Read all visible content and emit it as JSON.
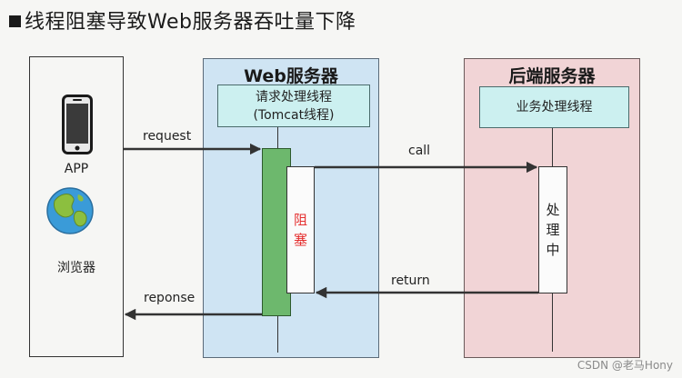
{
  "title": "线程阻塞导致Web服务器吞吐量下降",
  "client": {
    "app_label": "APP",
    "browser_label": "浏览器"
  },
  "web_server": {
    "title": "Web服务器",
    "thread_line1": "请求处理线程",
    "thread_line2": "(Tomcat线程)",
    "blocked_chars": [
      "阻",
      "塞"
    ]
  },
  "backend_server": {
    "title": "后端服务器",
    "thread_label": "业务处理线程",
    "processing_chars": [
      "处",
      "理",
      "中"
    ]
  },
  "arrows": {
    "request": "request",
    "call": "call",
    "return": "return",
    "response": "reponse"
  },
  "watermark": "CSDN @老马Hony",
  "colors": {
    "web_panel": "#cfe4f3",
    "backend_panel": "#f1d4d6",
    "thread_box": "#ccf0f0",
    "active_bar": "#6db86d",
    "blocked_text": "#e53030"
  }
}
